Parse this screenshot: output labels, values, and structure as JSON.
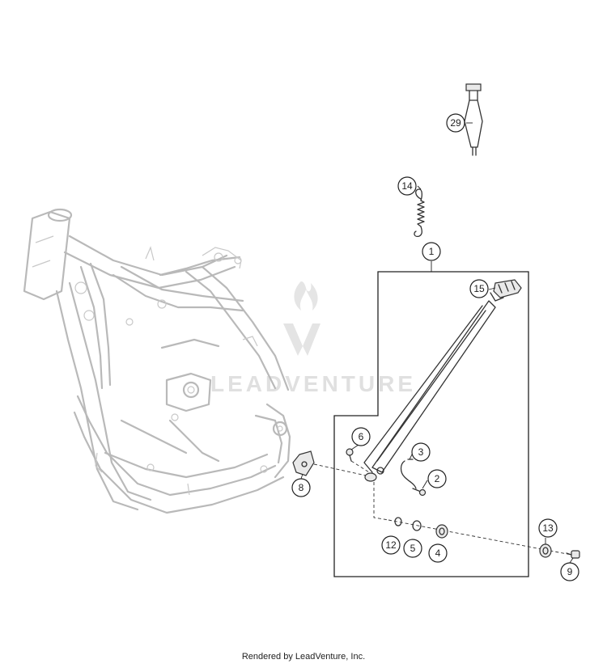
{
  "watermark": {
    "text": "LEADVENTURE"
  },
  "callouts": [
    {
      "id": "c29",
      "label": "29"
    },
    {
      "id": "c14",
      "label": "14"
    },
    {
      "id": "c1",
      "label": "1"
    },
    {
      "id": "c15",
      "label": "15"
    },
    {
      "id": "c6",
      "label": "6"
    },
    {
      "id": "c3",
      "label": "3"
    },
    {
      "id": "c2",
      "label": "2"
    },
    {
      "id": "c8",
      "label": "8"
    },
    {
      "id": "c12",
      "label": "12"
    },
    {
      "id": "c5",
      "label": "5"
    },
    {
      "id": "c4",
      "label": "4"
    },
    {
      "id": "c13",
      "label": "13"
    },
    {
      "id": "c9",
      "label": "9"
    }
  ],
  "footer": {
    "text": "Rendered by LeadVenture, Inc."
  }
}
